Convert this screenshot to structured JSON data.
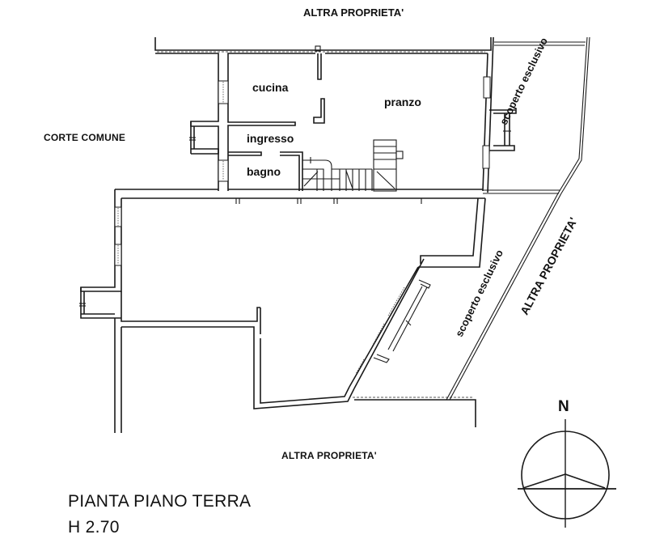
{
  "plan": {
    "title": "PIANTA PIANO TERRA",
    "height_label": "H 2.70",
    "compass_label": "N"
  },
  "rooms": {
    "cucina": "cucina",
    "pranzo": "pranzo",
    "ingresso": "ingresso",
    "bagno": "bagno"
  },
  "surroundings": {
    "top": "ALTRA PROPRIETA'",
    "bottom": "ALTRA PROPRIETA'",
    "right_diagonal": "ALTRA PROPRIETA'",
    "left": "CORTE COMUNE",
    "scoperto_upper": "scoperto esclusivo",
    "scoperto_lower": "scoperto esclusivo"
  },
  "colors": {
    "line": "#1a1a1a",
    "background": "#ffffff",
    "text": "#111111"
  }
}
